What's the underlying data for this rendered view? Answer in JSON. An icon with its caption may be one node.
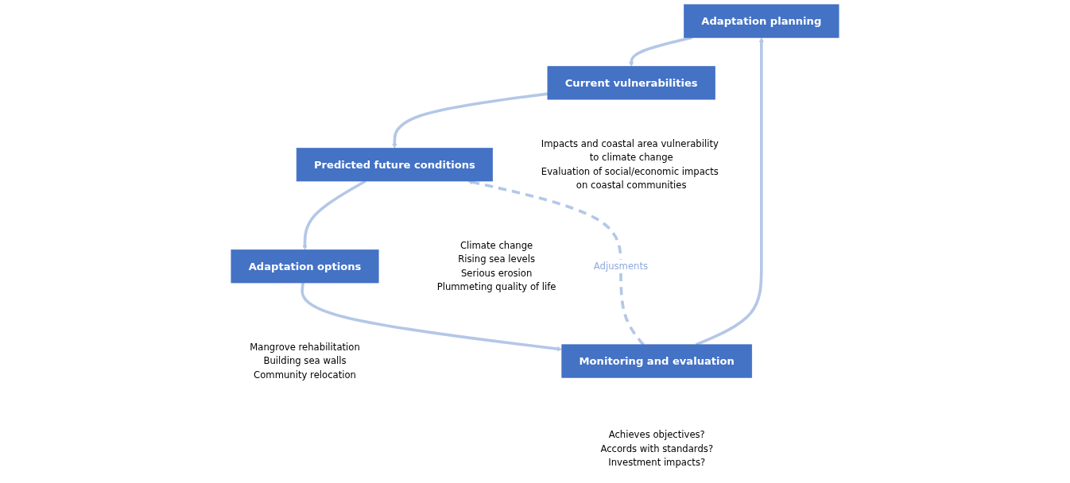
{
  "diagram": {
    "nodes": [
      {
        "text": [
          "Adaptation planning"
        ]
      },
      {
        "text": [
          "Current vulnerabilities"
        ],
        "beside": [
          "Impacts and coastal area vulnerability to climate change",
          "Evaluation of social/economic impacts on coastal communities"
        ]
      },
      {
        "text": [
          "Predicted future conditions"
        ],
        "beside": [
          "Climate change",
          "Rising sea levels",
          "Serious erosion",
          "Plummeting quality of life"
        ]
      },
      {
        "text": [
          "Adaptation options"
        ],
        "beside": [
          "Mangrove rehabilitation",
          "Building sea walls",
          "Community relocation"
        ]
      },
      {
        "text": [
          "Monitoring and evaluation"
        ],
        "beside": [
          "Achieves objectives?",
          "Accords with standards?",
          "Investment impacts?"
        ]
      }
    ],
    "edges": [
      {
        "from": 0,
        "to": 1,
        "arrow": "to"
      },
      {
        "from": 1,
        "to": 2,
        "arrow": "to"
      },
      {
        "from": 2,
        "to": 3,
        "arrow": "to"
      },
      {
        "from": 3,
        "to": 4,
        "arrow": "to"
      },
      {
        "from": 4,
        "to": 0,
        "arrow": "to"
      },
      {
        "from": 4,
        "to": 2,
        "arrow": "to",
        "label": "Adjusments",
        "style": "dashed"
      }
    ]
  }
}
